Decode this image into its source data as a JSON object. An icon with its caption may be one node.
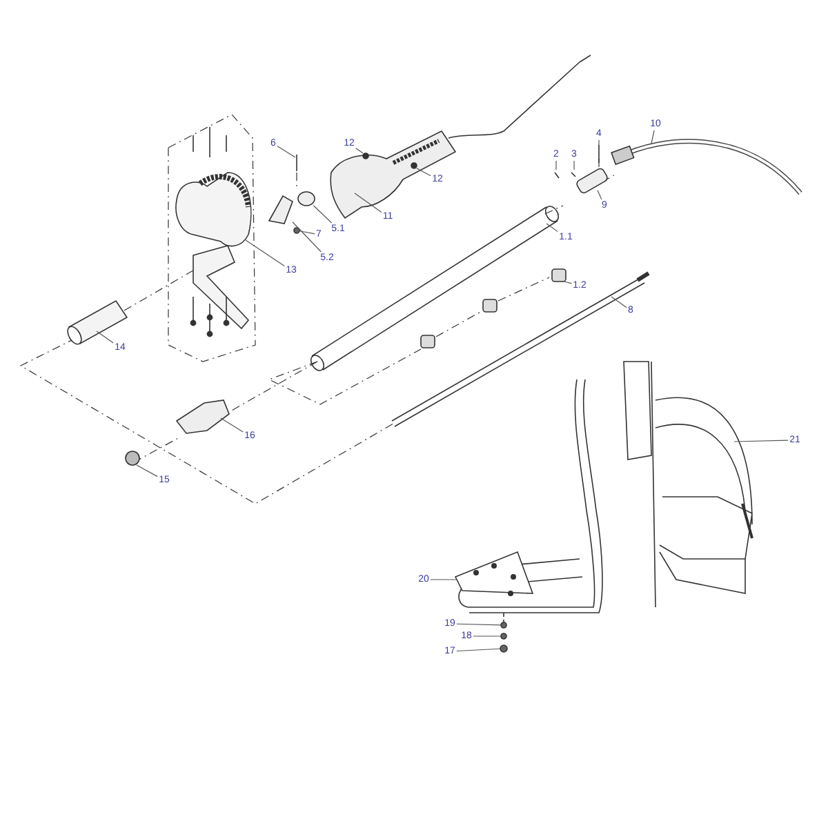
{
  "diagram": {
    "nodes": [
      {
        "text": [
          "10"
        ]
      },
      {
        "text": [
          "4"
        ]
      },
      {
        "text": [
          "6"
        ]
      },
      {
        "text": [
          "12"
        ]
      },
      {
        "text": [
          "2"
        ]
      },
      {
        "text": [
          "3"
        ]
      },
      {
        "text": [
          "12"
        ]
      },
      {
        "text": [
          "9"
        ]
      },
      {
        "text": [
          "11"
        ]
      },
      {
        "text": [
          "5.1"
        ]
      },
      {
        "text": [
          "1.1"
        ]
      },
      {
        "text": [
          "7"
        ]
      },
      {
        "text": [
          "5.2"
        ]
      },
      {
        "text": [
          "13"
        ]
      },
      {
        "text": [
          "1.2"
        ]
      },
      {
        "text": [
          "8"
        ]
      },
      {
        "text": [
          "14"
        ]
      },
      {
        "text": [
          "16"
        ]
      },
      {
        "text": [
          "21"
        ]
      },
      {
        "text": [
          "15"
        ]
      },
      {
        "text": [
          "20"
        ]
      },
      {
        "text": [
          "19"
        ]
      },
      {
        "text": [
          "18"
        ]
      },
      {
        "text": [
          "17"
        ]
      },
      {
        "text": [],
        "shape": "circle"
      },
      {
        "text": [],
        "shape": "circle"
      },
      {
        "text": [],
        "shape": "circle"
      },
      {
        "text": [],
        "shape": "picture"
      },
      {
        "text": [],
        "shape": "circle"
      },
      {
        "text": [],
        "shape": "picture"
      }
    ],
    "edges": [
      {
        "from": 0,
        "to": null,
        "arrow": "none"
      },
      {
        "from": 1,
        "to": null,
        "arrow": "none"
      },
      {
        "from": 2,
        "to": null,
        "arrow": "none"
      },
      {
        "from": 3,
        "to": null,
        "arrow": "none"
      },
      {
        "from": 4,
        "to": null,
        "arrow": "none"
      },
      {
        "from": 5,
        "to": null,
        "arrow": "none"
      },
      {
        "from": 6,
        "to": null,
        "arrow": "none"
      },
      {
        "from": 7,
        "to": null,
        "arrow": "none"
      },
      {
        "from": 8,
        "to": null,
        "arrow": "none"
      },
      {
        "from": 9,
        "to": 29,
        "arrow": "none"
      },
      {
        "from": 10,
        "to": null,
        "arrow": "none"
      },
      {
        "from": 11,
        "to": 28,
        "arrow": "none"
      },
      {
        "from": 12,
        "to": 27,
        "arrow": "none"
      },
      {
        "from": 13,
        "to": null,
        "arrow": "none"
      },
      {
        "from": 14,
        "to": null,
        "arrow": "none"
      },
      {
        "from": 15,
        "to": null,
        "arrow": "none"
      },
      {
        "from": 16,
        "to": null,
        "arrow": "none"
      },
      {
        "from": 17,
        "to": null,
        "arrow": "none"
      },
      {
        "from": 18,
        "to": null,
        "arrow": "none"
      },
      {
        "from": 19,
        "to": null,
        "arrow": "none"
      },
      {
        "from": 20,
        "to": null,
        "arrow": "none"
      },
      {
        "from": 21,
        "to": 24,
        "arrow": "none"
      },
      {
        "from": 22,
        "to": 25,
        "arrow": "none"
      },
      {
        "from": 23,
        "to": 26,
        "arrow": "none"
      }
    ]
  }
}
